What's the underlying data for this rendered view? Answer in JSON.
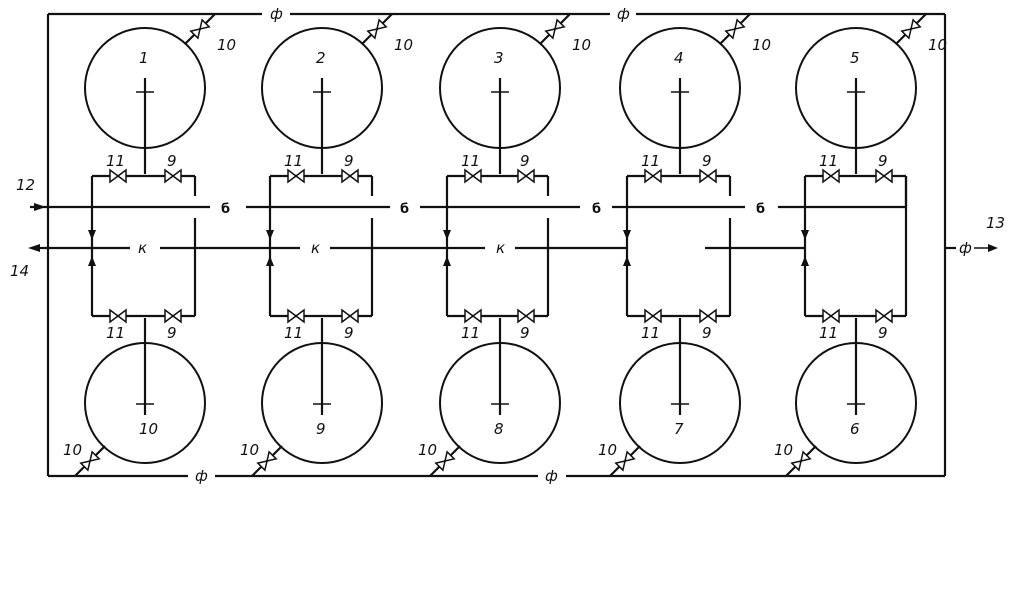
{
  "labels": {
    "phi": "ф",
    "k": "к",
    "b": "б",
    "num_9": "9",
    "num_10": "10",
    "num_11": "11",
    "num_12": "12",
    "num_13": "13",
    "num_14": "14"
  },
  "top_tanks": [
    "1",
    "2",
    "3",
    "4",
    "5"
  ],
  "bottom_tanks": [
    "10",
    "9",
    "8",
    "7",
    "6"
  ],
  "colors": {
    "line": "#111111",
    "background": "#ffffff"
  }
}
